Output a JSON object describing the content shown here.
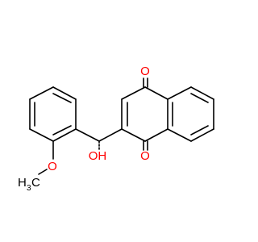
{
  "molecule": {
    "atoms": {
      "o_top": "O",
      "o_bottom": "O",
      "hydroxyl": "OH",
      "methoxy_o": "O",
      "methyl_h": "H",
      "methyl_sub": "3",
      "methyl_c": "C"
    },
    "colors": {
      "oxygen": "#ff0000",
      "carbon_bond": "#000000",
      "background": "#ffffff"
    }
  }
}
